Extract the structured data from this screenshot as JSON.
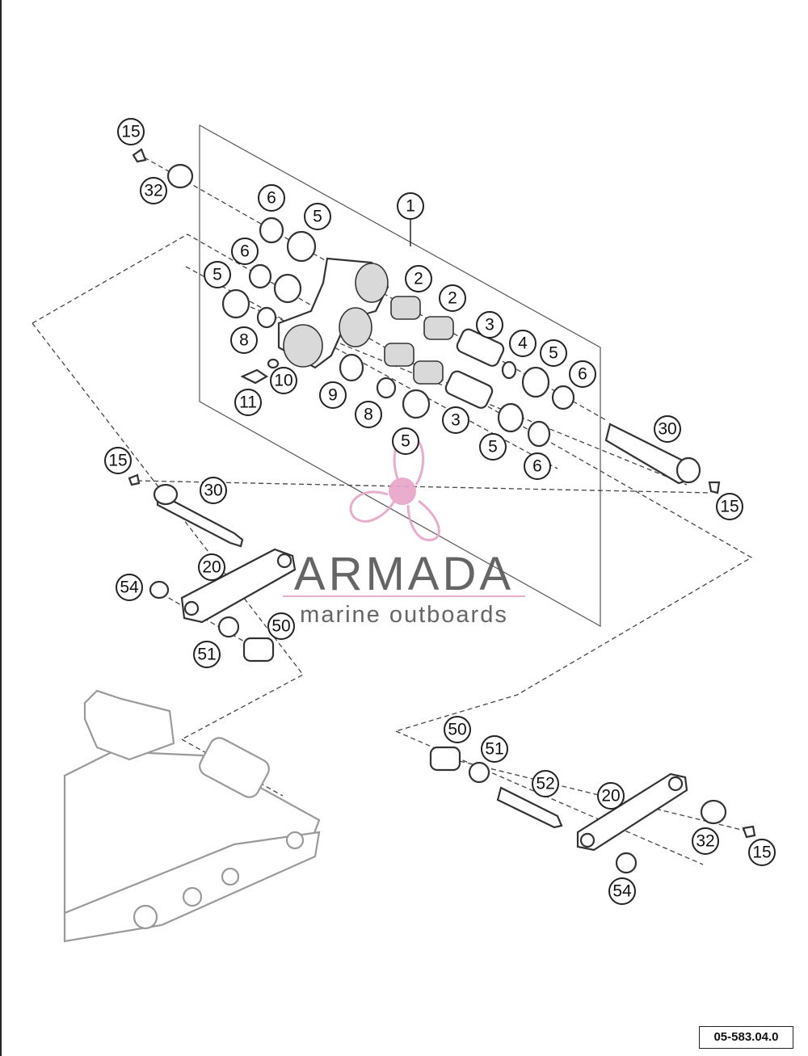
{
  "callouts": [
    {
      "id": "c1",
      "label": "1"
    },
    {
      "id": "c2a",
      "label": "2"
    },
    {
      "id": "c2b",
      "label": "2"
    },
    {
      "id": "c3a",
      "label": "3"
    },
    {
      "id": "c3b",
      "label": "3"
    },
    {
      "id": "c4",
      "label": "4"
    },
    {
      "id": "c5a",
      "label": "5"
    },
    {
      "id": "c5b",
      "label": "5"
    },
    {
      "id": "c5c",
      "label": "5"
    },
    {
      "id": "c5d",
      "label": "5"
    },
    {
      "id": "c5e",
      "label": "5"
    },
    {
      "id": "c6a",
      "label": "6"
    },
    {
      "id": "c6b",
      "label": "6"
    },
    {
      "id": "c6c",
      "label": "6"
    },
    {
      "id": "c6d",
      "label": "6"
    },
    {
      "id": "c8a",
      "label": "8"
    },
    {
      "id": "c8b",
      "label": "8"
    },
    {
      "id": "c9",
      "label": "9"
    },
    {
      "id": "c10",
      "label": "10"
    },
    {
      "id": "c11",
      "label": "11"
    },
    {
      "id": "c15a",
      "label": "15"
    },
    {
      "id": "c15b",
      "label": "15"
    },
    {
      "id": "c15c",
      "label": "15"
    },
    {
      "id": "c15d",
      "label": "15"
    },
    {
      "id": "c20a",
      "label": "20"
    },
    {
      "id": "c20b",
      "label": "20"
    },
    {
      "id": "c30a",
      "label": "30"
    },
    {
      "id": "c30b",
      "label": "30"
    },
    {
      "id": "c32a",
      "label": "32"
    },
    {
      "id": "c32b",
      "label": "32"
    },
    {
      "id": "c50a",
      "label": "50"
    },
    {
      "id": "c50b",
      "label": "50"
    },
    {
      "id": "c51a",
      "label": "51"
    },
    {
      "id": "c51b",
      "label": "51"
    },
    {
      "id": "c52",
      "label": "52"
    },
    {
      "id": "c54a",
      "label": "54"
    },
    {
      "id": "c54b",
      "label": "54"
    }
  ],
  "watermark": {
    "title": "ARMADA",
    "subtitle": "marine outboards",
    "logo_color": "#e8a4c8"
  },
  "diagram_code": "05-583.04.0"
}
